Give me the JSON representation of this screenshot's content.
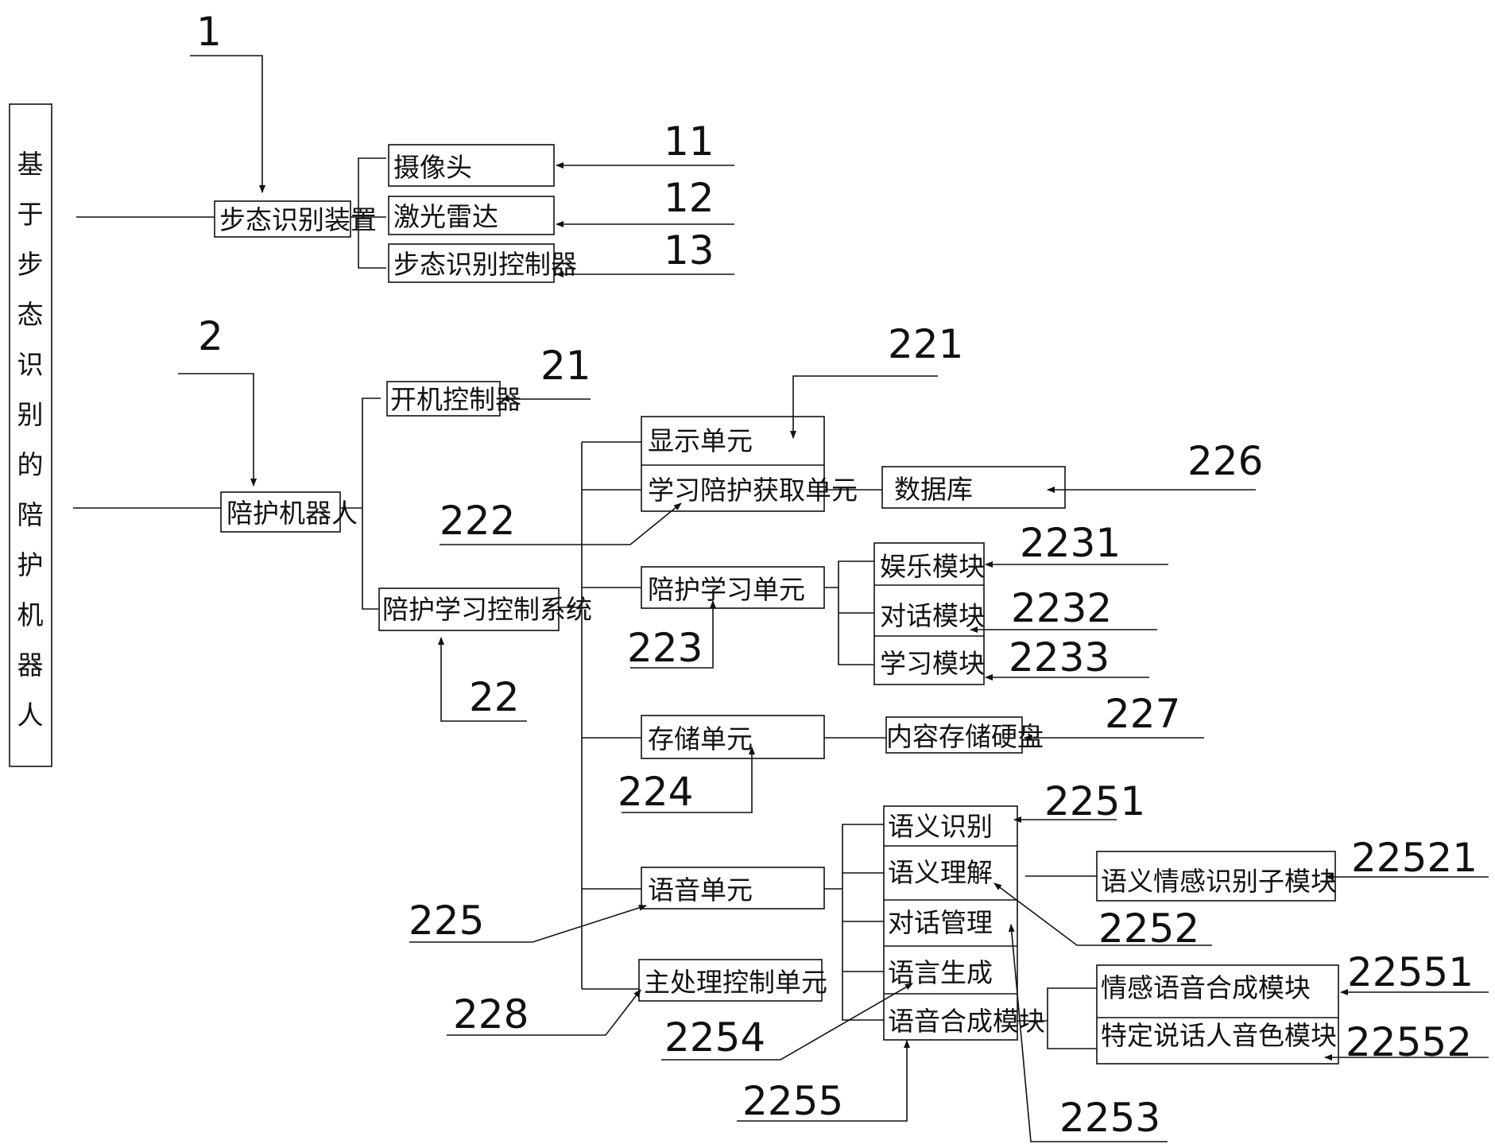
{
  "colors": {
    "line": "#111111",
    "background": "#ffffff"
  },
  "title_chars": [
    "基",
    "于",
    "步",
    "态",
    "识",
    "别",
    "的",
    "陪",
    "护",
    "机",
    "器",
    "人"
  ],
  "boxes": {
    "gait_device": "步态识别装置",
    "camera": "摄像头",
    "lidar": "激光雷达",
    "gait_controller": "步态识别控制器",
    "robot": "陪护机器人",
    "power_controller": "开机控制器",
    "control_system": "陪护学习控制系统",
    "display_unit": "显示单元",
    "acquire_unit": "学习陪护获取单元",
    "database": "数据库",
    "learning_unit": "陪护学习单元",
    "entertainment": "娱乐模块",
    "dialogue": "对话模块",
    "study": "学习模块",
    "storage_unit": "存储单元",
    "content_disk": "内容存储硬盘",
    "voice_unit": "语音单元",
    "semantic_recog": "语义识别",
    "semantic_understand": "语义理解",
    "dialogue_mgmt": "对话管理",
    "language_gen": "语言生成",
    "speech_synth": "语音合成模块",
    "emotion_recog": "语义情感识别子模块",
    "main_processor": "主处理控制单元",
    "emotion_synth": "情感语音合成模块",
    "speaker_timbre": "特定说话人音色模块"
  },
  "refs": {
    "r1": "1",
    "r11": "11",
    "r12": "12",
    "r13": "13",
    "r2": "2",
    "r21": "21",
    "r22": "22",
    "r221": "221",
    "r222": "222",
    "r223": "223",
    "r224": "224",
    "r225": "225",
    "r226": "226",
    "r227": "227",
    "r228": "228",
    "r2231": "2231",
    "r2232": "2232",
    "r2233": "2233",
    "r2251": "2251",
    "r2252": "2252",
    "r2253": "2253",
    "r2254": "2254",
    "r2255": "2255",
    "r22521": "22521",
    "r22551": "22551",
    "r22552": "22552"
  }
}
